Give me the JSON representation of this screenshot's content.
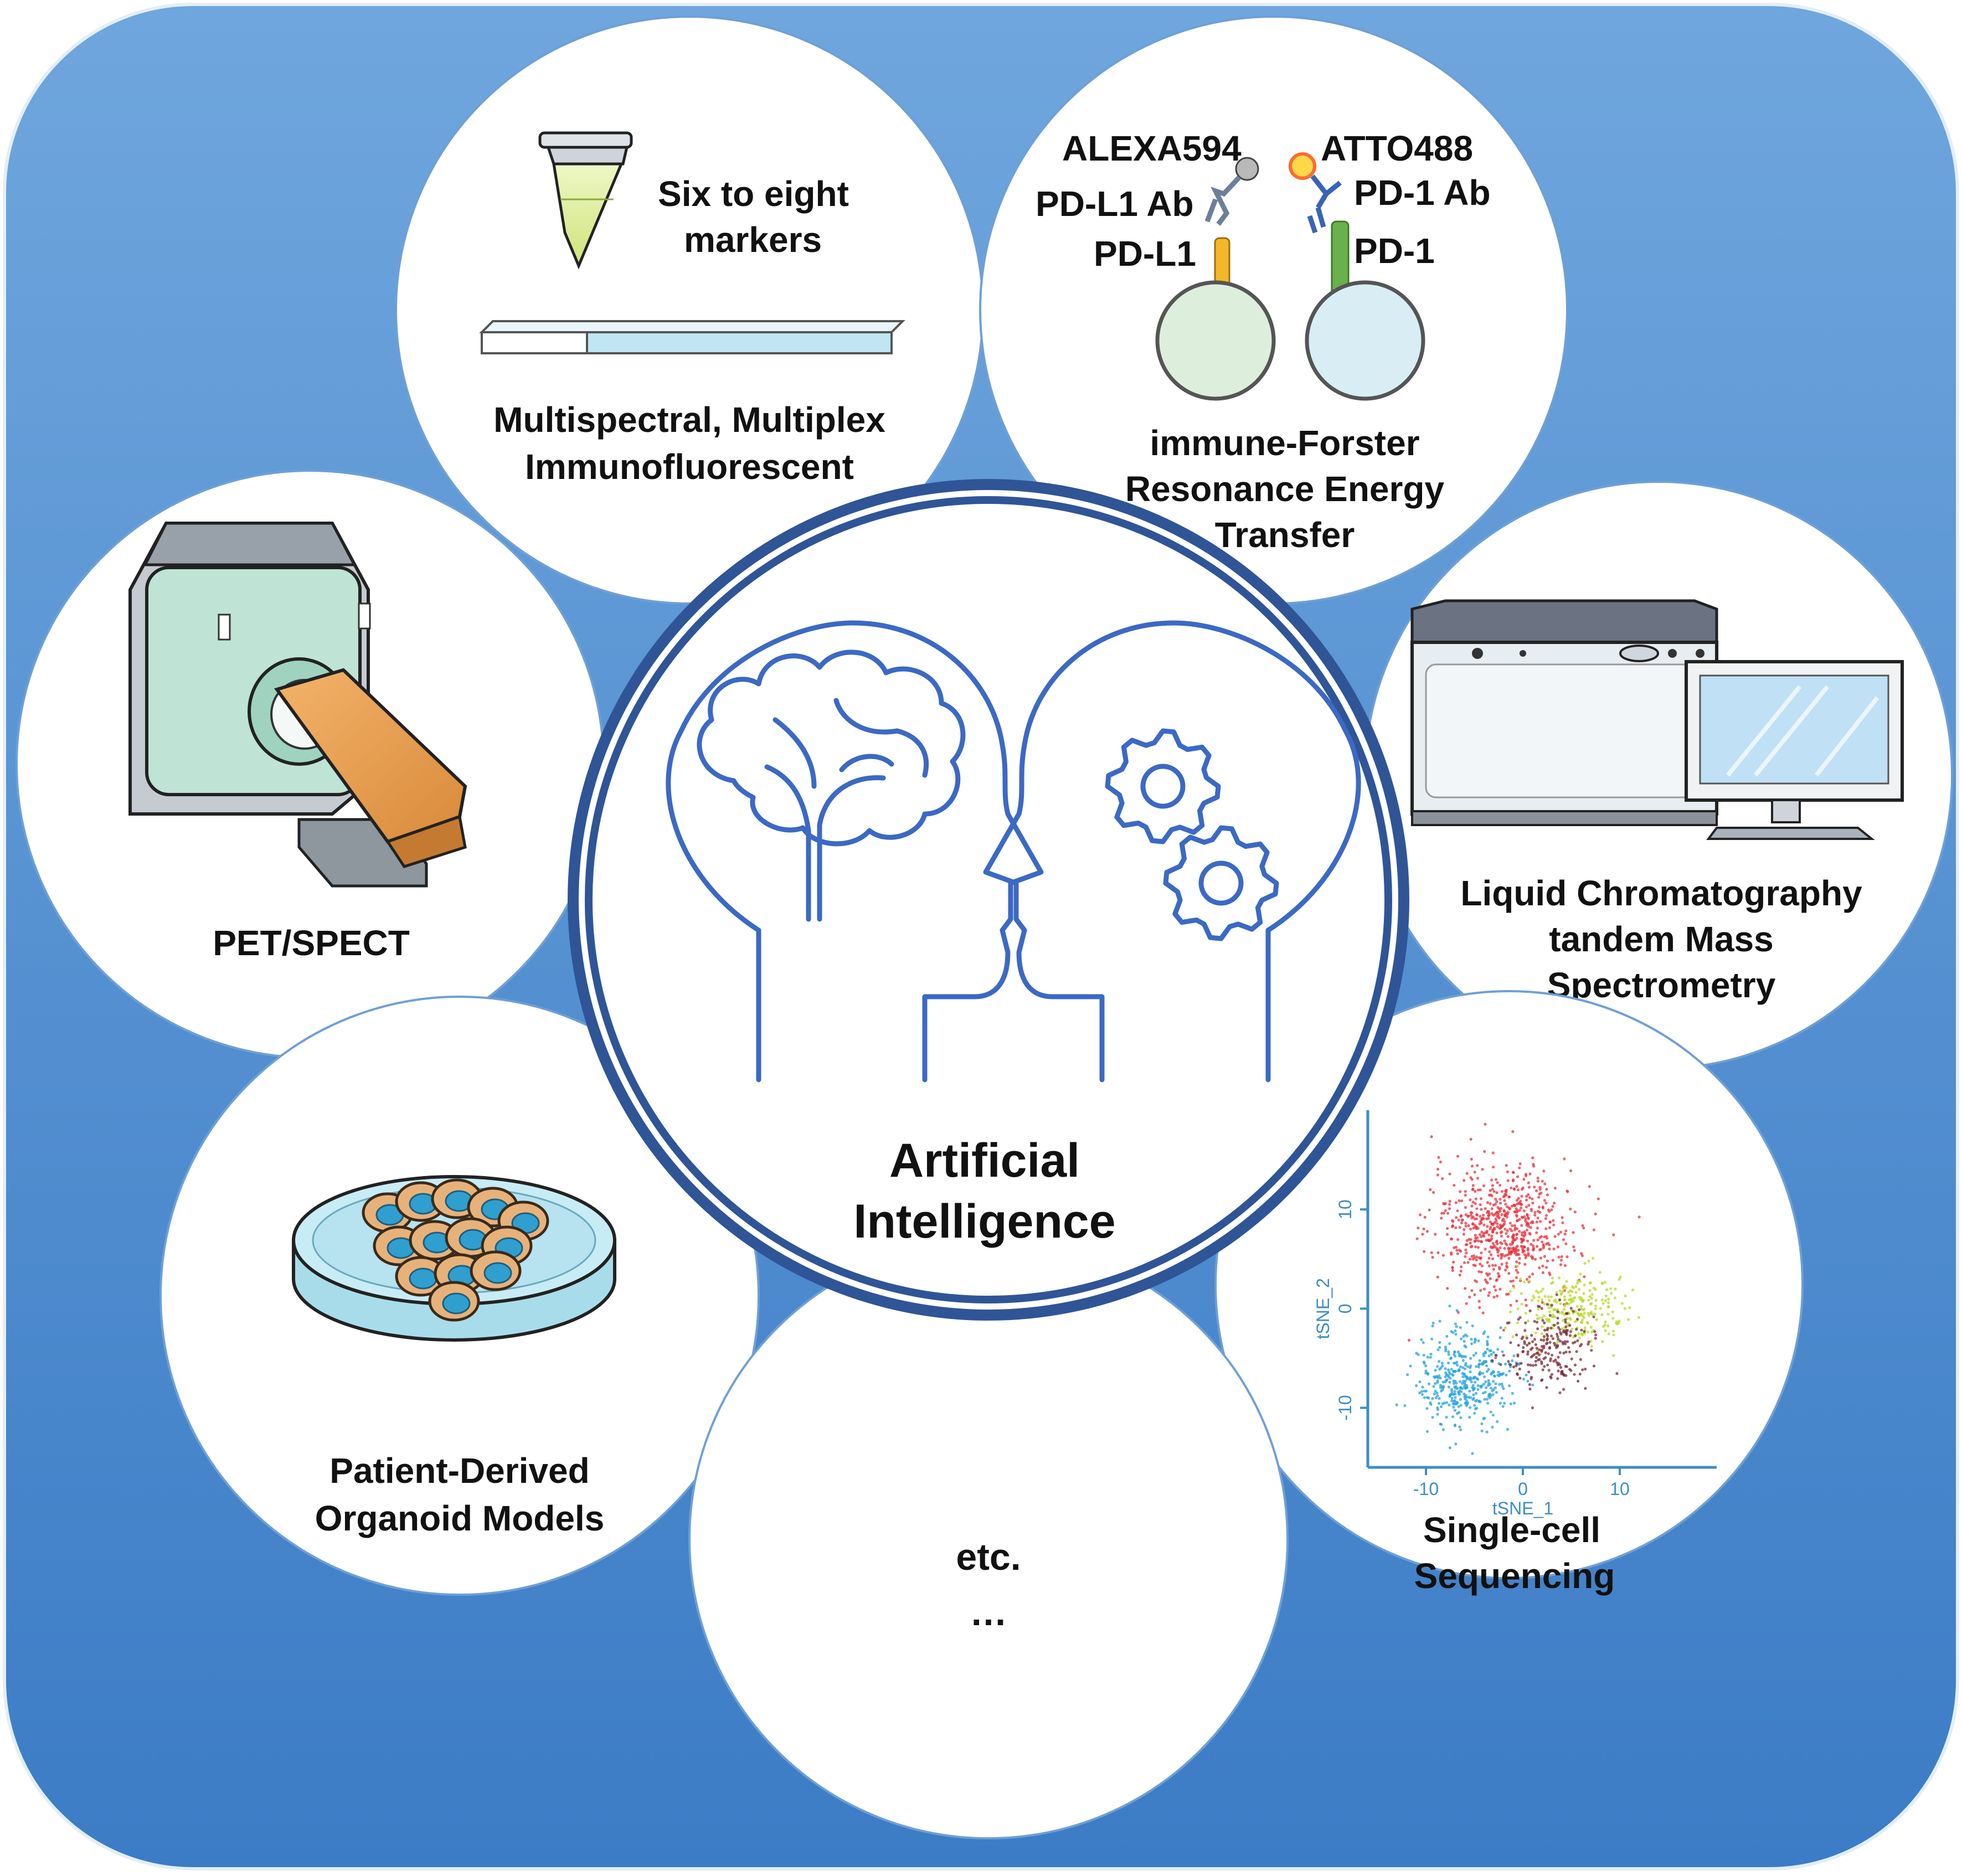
{
  "center": {
    "line1": "Artificial",
    "line2": "Intelligence"
  },
  "nodes": {
    "multiplex": {
      "marker_line1": "Six to eight",
      "marker_line2": "markers",
      "title_line1": "Multispectral, Multiplex",
      "title_line2": "Immunofluorescent"
    },
    "ifret": {
      "alexa": "ALEXA594",
      "atto": "ATTO488",
      "pdl1_ab": "PD-L1 Ab",
      "pd1_ab": "PD-1 Ab",
      "pdl1": "PD-L1",
      "pd1": "PD-1",
      "title_line1": "immune-Forster",
      "title_line2": "Resonance Energy",
      "title_line3": "Transfer"
    },
    "pet": {
      "title": "PET/SPECT"
    },
    "lcms": {
      "title_line1": "Liquid Chromatography",
      "title_line2": "tandem Mass",
      "title_line3": "Spectrometry"
    },
    "organoid": {
      "title_line1": "Patient-Derived",
      "title_line2": "Organoid Models"
    },
    "etc": {
      "line1": "etc.",
      "line2": "…"
    },
    "scseq": {
      "title_line1": "Single-cell",
      "title_line2": "Sequencing"
    }
  },
  "chart_data": {
    "type": "scatter",
    "xlabel": "tSNE_1",
    "ylabel": "tSNE_2",
    "x_ticks": [
      "-10",
      "0",
      "10"
    ],
    "y_ticks": [
      "10",
      "0",
      "-10"
    ],
    "xlim": [
      -16,
      20
    ],
    "ylim": [
      -16,
      20
    ],
    "clusters": [
      {
        "color": "#e8323c",
        "center": [
          -2,
          8
        ],
        "spread": [
          4.5,
          4
        ],
        "count": 700
      },
      {
        "color": "#b5d92a",
        "center": [
          5,
          0
        ],
        "spread": [
          3.5,
          2.2
        ],
        "count": 250
      },
      {
        "color": "#24a2e0",
        "center": [
          -6,
          -7
        ],
        "spread": [
          3,
          3
        ],
        "count": 420
      },
      {
        "color": "#7a2a3a",
        "center": [
          3,
          -4
        ],
        "spread": [
          3,
          2.5
        ],
        "count": 220
      }
    ]
  },
  "colors": {
    "background": "#4a8ad0",
    "accent": "#2f5597",
    "icon_blue": "#3b69c4"
  }
}
